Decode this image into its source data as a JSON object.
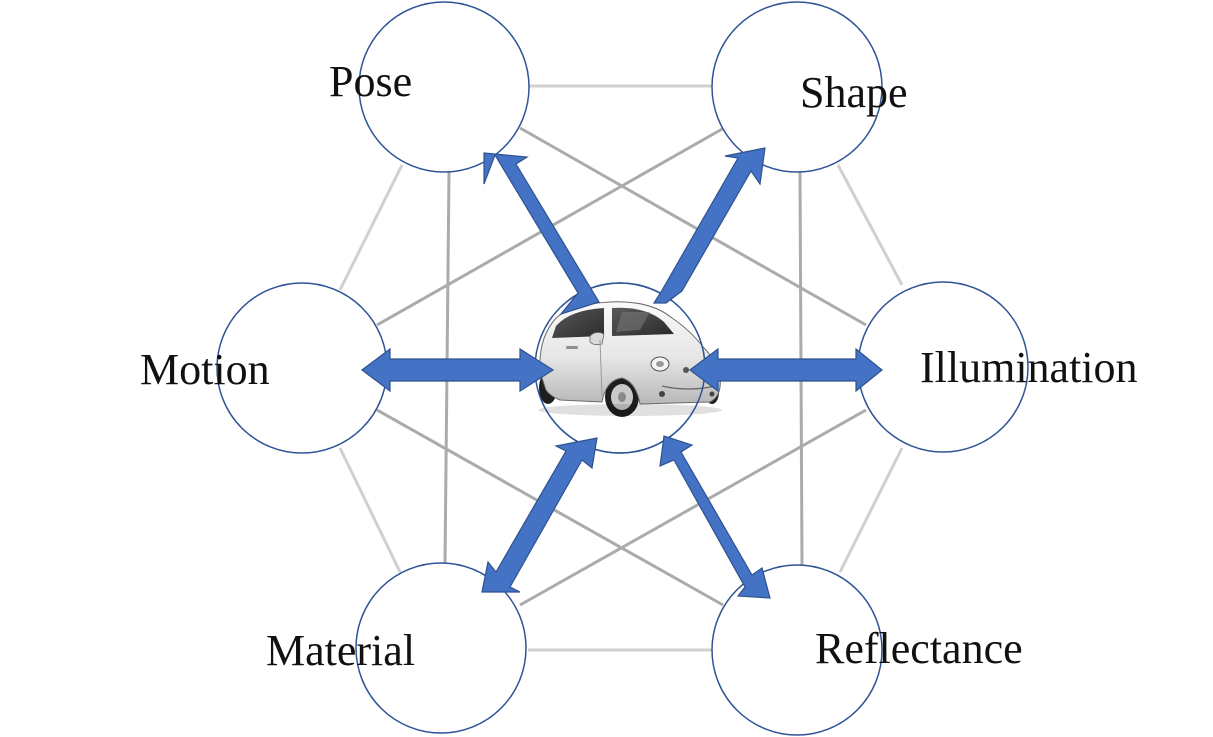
{
  "nodes": [
    {
      "id": "pose",
      "label": "Pose"
    },
    {
      "id": "shape",
      "label": "Shape"
    },
    {
      "id": "motion",
      "label": "Motion"
    },
    {
      "id": "illumination",
      "label": "Illumination"
    },
    {
      "id": "material",
      "label": "Material"
    },
    {
      "id": "reflectance",
      "label": "Reflectance"
    }
  ],
  "center": {
    "id": "car",
    "image": "car-photo"
  },
  "colors": {
    "arrow": "#4472C4",
    "arrow_outline": "#2F528F",
    "circle_stroke": "#2F5597",
    "edge_dark": "#ABABAB",
    "edge_light": "#D0D0D0"
  }
}
